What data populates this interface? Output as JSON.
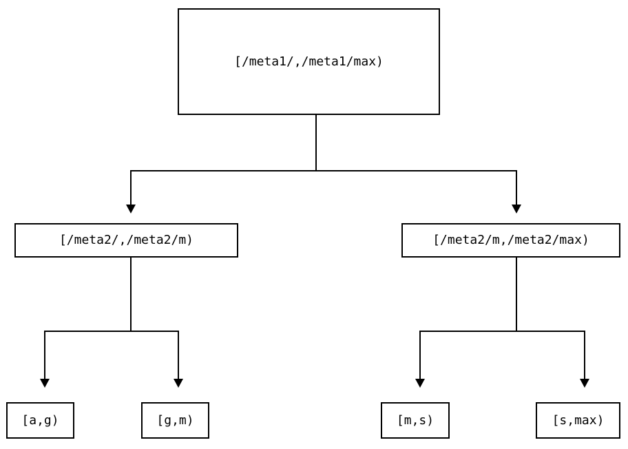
{
  "diagram": {
    "type": "tree",
    "orientation": "top-down",
    "background_color": "#ffffff",
    "line_color": "#000000",
    "border_color": "#000000",
    "text_color": "#000000",
    "nodes": {
      "root": {
        "label": "[/meta1/,/meta1/max)"
      },
      "mid_left": {
        "label": "[/meta2/,/meta2/m)"
      },
      "mid_right": {
        "label": "[/meta2/m,/meta2/max)"
      },
      "leaf_a_g": {
        "label": "[a,g)"
      },
      "leaf_g_m": {
        "label": "[g,m)"
      },
      "leaf_m_s": {
        "label": "[m,s)"
      },
      "leaf_s_max": {
        "label": "[s,max)"
      }
    },
    "edges": [
      {
        "from": "root",
        "to": "mid_left",
        "arrow": "triangle-down"
      },
      {
        "from": "root",
        "to": "mid_right",
        "arrow": "triangle-down"
      },
      {
        "from": "mid_left",
        "to": "leaf_a_g",
        "arrow": "triangle-down"
      },
      {
        "from": "mid_left",
        "to": "leaf_g_m",
        "arrow": "triangle-down"
      },
      {
        "from": "mid_right",
        "to": "leaf_m_s",
        "arrow": "triangle-down"
      },
      {
        "from": "mid_right",
        "to": "leaf_s_max",
        "arrow": "triangle-down"
      }
    ]
  }
}
